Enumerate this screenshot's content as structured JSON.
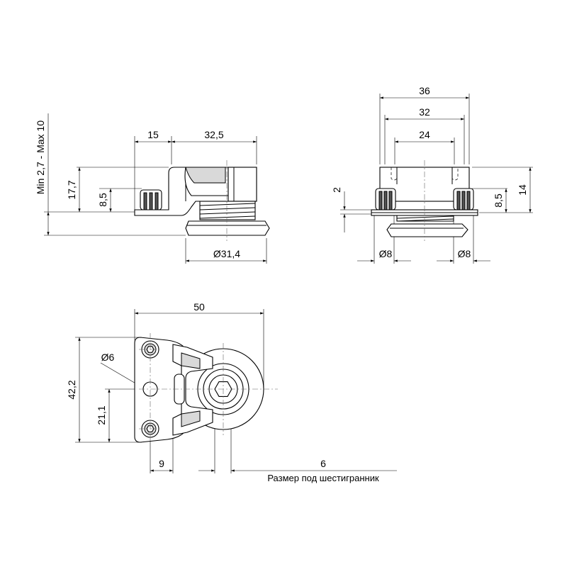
{
  "side_view": {
    "dim_15": "15",
    "dim_32_5": "32,5",
    "dim_17_7": "17,7",
    "dim_8_5": "8,5",
    "dim_range": "Min 2,7 - Max 10",
    "dim_d31_4": "Ø31,4"
  },
  "front_view": {
    "dim_36": "36",
    "dim_32": "32",
    "dim_24": "24",
    "dim_2": "2",
    "dim_8_5": "8,5",
    "dim_14": "14",
    "dim_d8_left": "Ø8",
    "dim_d8_right": "Ø8"
  },
  "top_view": {
    "dim_50": "50",
    "dim_d6": "Ø6",
    "dim_42_2": "42,2",
    "dim_21_1": "21,1",
    "dim_9": "9",
    "dim_6": "6",
    "hex_note": "Размер под шестигранник"
  }
}
